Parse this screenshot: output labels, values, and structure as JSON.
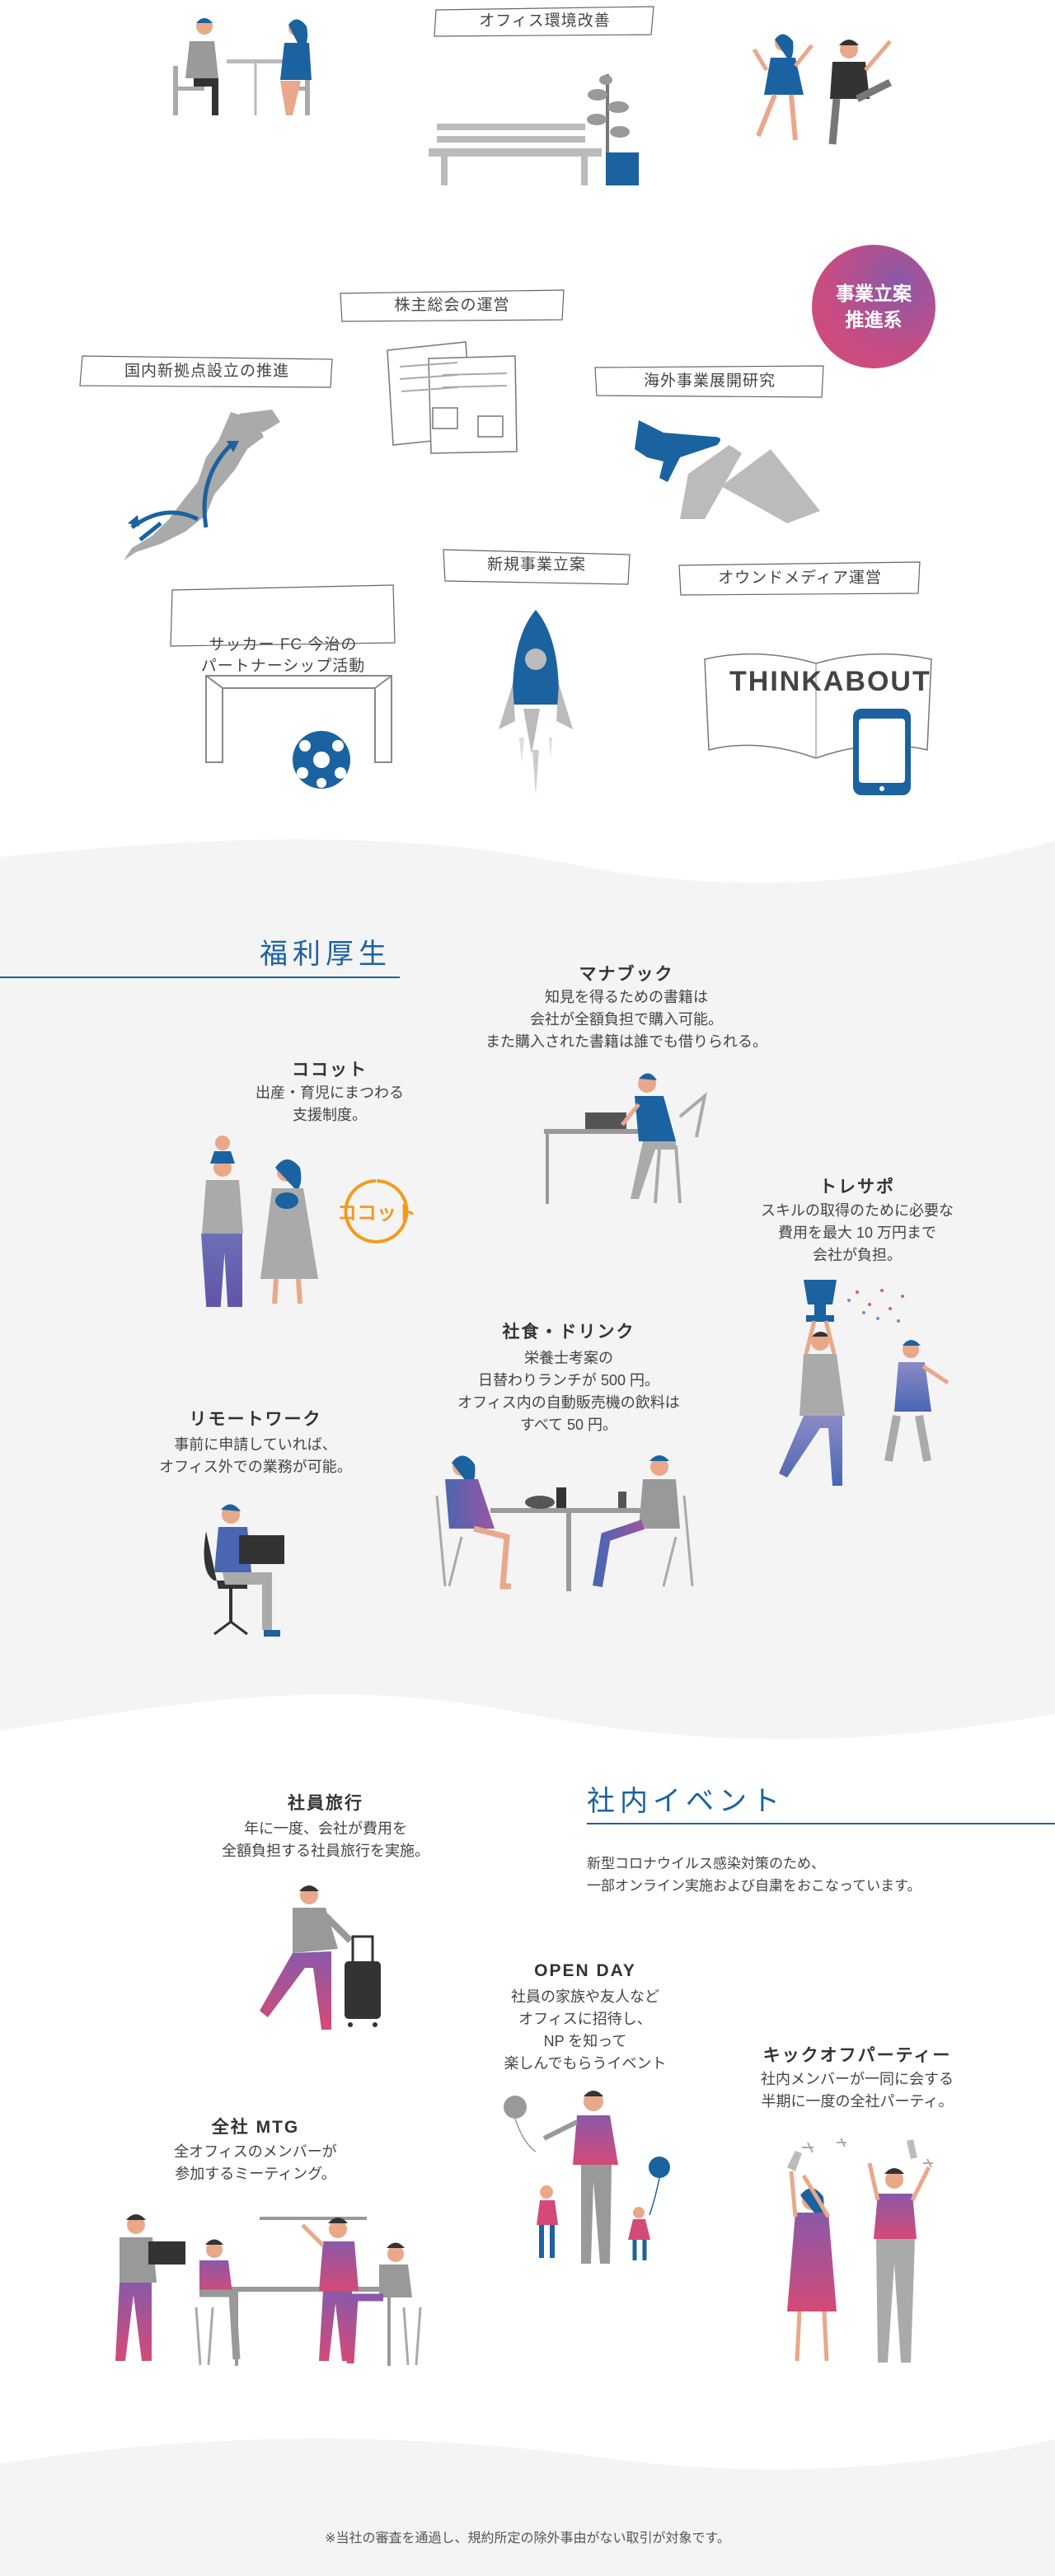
{
  "top": {
    "office_env_label": "オフィス環境改善"
  },
  "business": {
    "badge": "事業立案\n推進系",
    "items": [
      {
        "label": "株主総会の運営"
      },
      {
        "label": "国内新拠点設立の推進"
      },
      {
        "label": "海外事業展開研究"
      },
      {
        "label": "新規事業立案"
      },
      {
        "label": "オウンドメディア運営"
      },
      {
        "label": "サッカー FC 今治の\nパートナーシップ活動"
      }
    ],
    "media_logo": "THINKABOUT"
  },
  "welfare": {
    "title": "福利厚生",
    "items": [
      {
        "title": "マナブック",
        "desc": "知見を得るための書籍は\n会社が全額負担で購入可能。\nまた購入された書籍は誰でも借りられる。"
      },
      {
        "title": "ココット",
        "desc": "出産・育児にまつわる\n支援制度。"
      },
      {
        "title": "トレサポ",
        "desc": "スキルの取得のために必要な\n費用を最大 10 万円まで\n会社が負担。"
      },
      {
        "title": "社食・ドリンク",
        "desc": "栄養士考案の\n日替わりランチが 500 円。\nオフィス内の自動販売機の飲料は\nすべて 50 円。"
      },
      {
        "title": "リモートワーク",
        "desc": "事前に申請していれば、\nオフィス外での業務が可能。"
      }
    ],
    "cocotto_logo": "ココット"
  },
  "events": {
    "title": "社内イベント",
    "intro": "新型コロナウイルス感染対策のため、\n一部オンライン実施および自粛をおこなっています。",
    "items": [
      {
        "title": "社員旅行",
        "desc": "年に一度、会社が費用を\n全額負担する社員旅行を実施。"
      },
      {
        "title": "OPEN DAY",
        "desc": "社員の家族や友人など\nオフィスに招待し、\nNP を知って\n楽しんでもらうイベント"
      },
      {
        "title": "キックオフパーティー",
        "desc": "社内メンバーが一同に会する\n半期に一度の全社パーティ。"
      },
      {
        "title": "全社 MTG",
        "desc": "全オフィスのメンバーが\n参加するミーティング。"
      }
    ]
  },
  "footer": {
    "note": "※当社の審査を通過し、規約所定の除外事由がない取引が対象です。"
  },
  "colors": {
    "accent_blue": "#1a62a0",
    "accent_pink": "#c94c82",
    "grey_bg": "#f4f4f4"
  }
}
